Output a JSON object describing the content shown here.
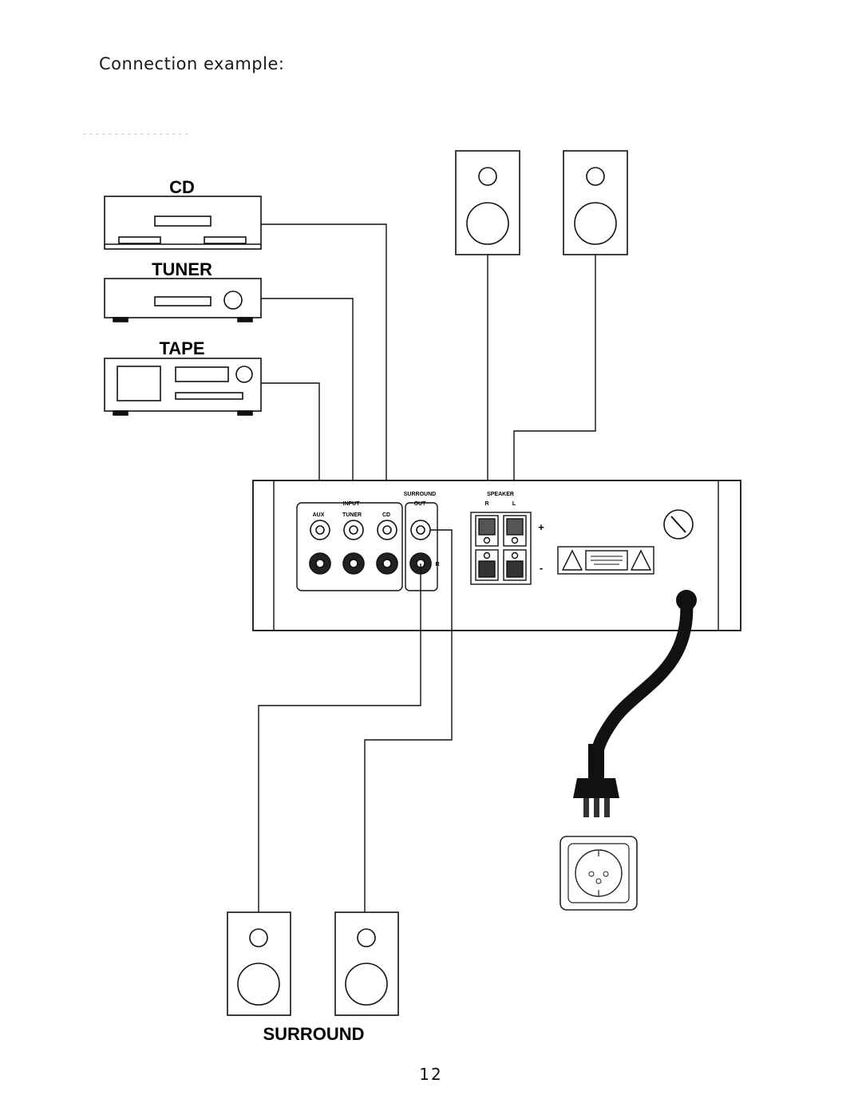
{
  "page": {
    "heading": "Connection example:",
    "page_number": "12"
  },
  "devices": {
    "cd_label": "CD",
    "tuner_label": "TUNER",
    "tape_label": "TAPE",
    "surround_label": "SURROUND"
  },
  "panel": {
    "input_label": "INPUT",
    "aux_label": "AUX",
    "tuner_label": "TUNER",
    "cd_label": "CD",
    "surround_label": "SURROUND",
    "out_label": "OUT",
    "speaker_label": "SPEAKER",
    "r_label": "R",
    "l_label": "L",
    "plus_label": "+",
    "minus_label": "-",
    "r_side_label": "R"
  }
}
